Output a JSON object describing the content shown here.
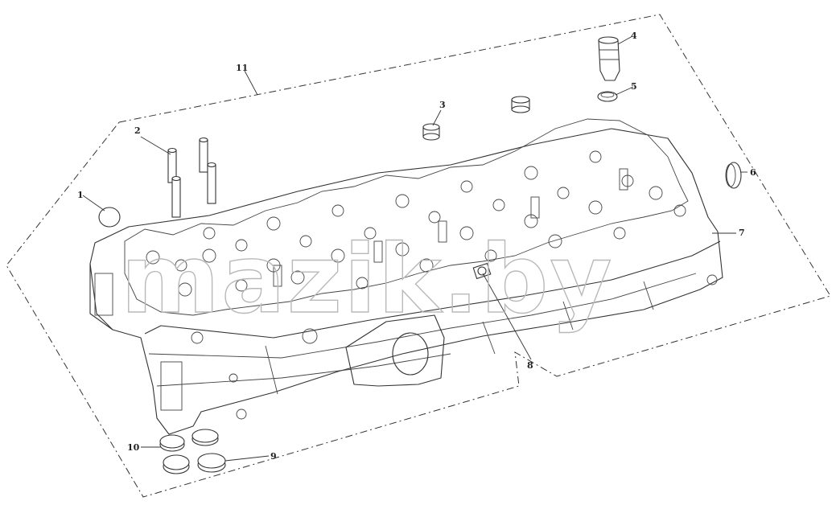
{
  "callouts": {
    "c1": "1",
    "c2": "2",
    "c3": "3",
    "c4": "4",
    "c5": "5",
    "c6": "6",
    "c7": "7",
    "c8": "8",
    "c9": "9",
    "c10": "10",
    "c11": "11"
  },
  "watermark": "mazik.by",
  "colors": {
    "line": "#333333",
    "watermark_stroke": "#b9b9b9",
    "background": "#ffffff"
  }
}
